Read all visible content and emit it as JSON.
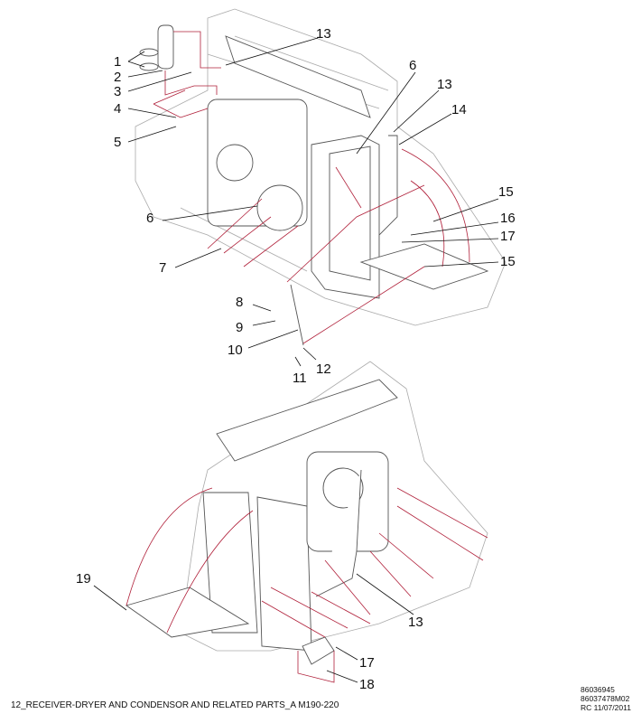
{
  "callouts_top": [
    "1",
    "2",
    "3",
    "4",
    "5",
    "6",
    "7",
    "8",
    "9",
    "10",
    "11",
    "12",
    "13",
    "6",
    "13",
    "14",
    "15",
    "16",
    "17",
    "15"
  ],
  "callouts_bottom": [
    "19",
    "13",
    "17",
    "18"
  ],
  "caption": "12_RECEIVER-DRYER AND CONDENSOR AND RELATED PARTS_A M190-220",
  "ref_numbers": [
    "86036945",
    "86037478M02",
    "RC 11/07/2011"
  ],
  "colors": {
    "leader": "#111111",
    "red_line": "#b0203a",
    "drawing": "#555555"
  }
}
